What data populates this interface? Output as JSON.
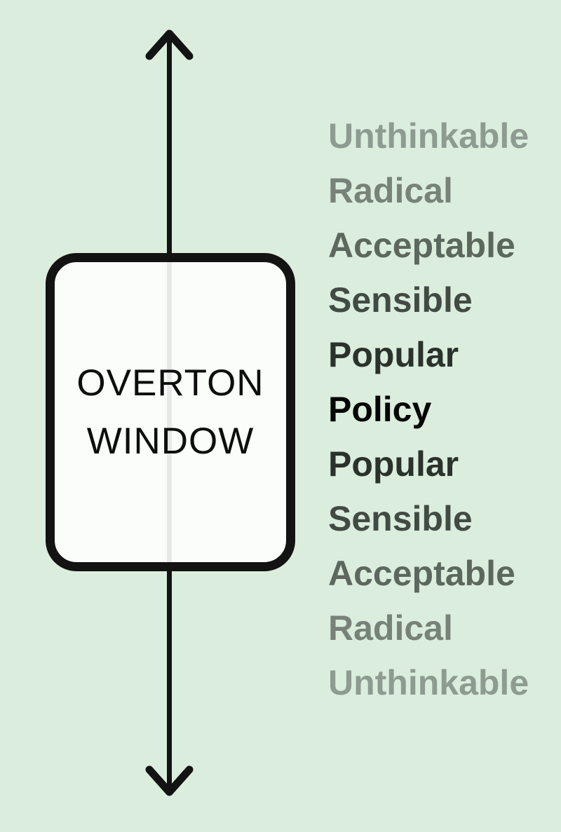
{
  "diagram": {
    "title_line1": "OVERTON",
    "title_line2": "WINDOW"
  },
  "colors": {
    "background": "#dbeedd",
    "box_fill": "#fafdfa",
    "box_border": "#131313",
    "arrow": "#131313",
    "arrow_through_box": "#e8e8e8",
    "title_text": "#0d0d0d"
  },
  "spectrum": {
    "labels": [
      {
        "text": "Unthinkable",
        "color": "#8e9b90"
      },
      {
        "text": "Radical",
        "color": "#778278"
      },
      {
        "text": "Acceptable",
        "color": "#5c675e"
      },
      {
        "text": "Sensible",
        "color": "#414b43"
      },
      {
        "text": "Popular",
        "color": "#2a322b"
      },
      {
        "text": "Policy",
        "color": "#050505"
      },
      {
        "text": "Popular",
        "color": "#2a322b"
      },
      {
        "text": "Sensible",
        "color": "#414b43"
      },
      {
        "text": "Acceptable",
        "color": "#5c675e"
      },
      {
        "text": "Radical",
        "color": "#778278"
      },
      {
        "text": "Unthinkable",
        "color": "#8e9b90"
      }
    ]
  }
}
